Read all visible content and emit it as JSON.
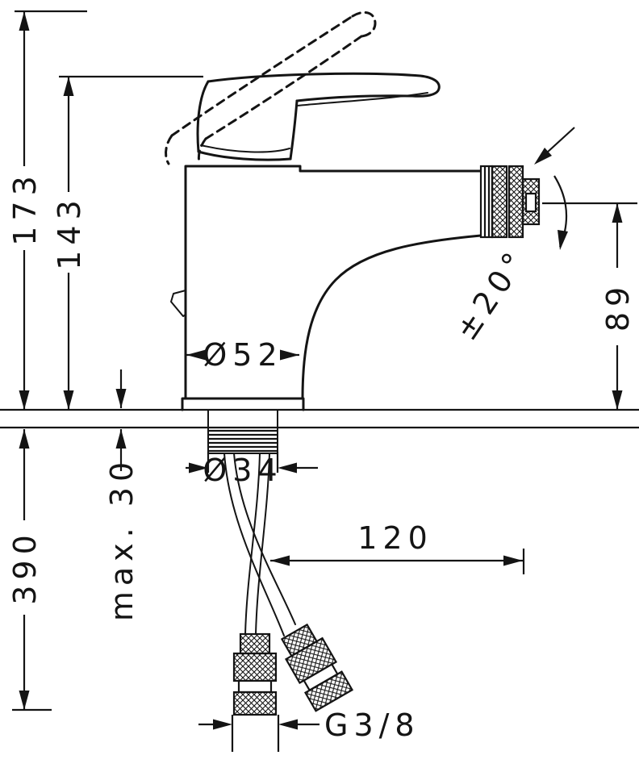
{
  "drawing": {
    "dimensions": {
      "total_height": "173",
      "spout_height": "143",
      "body_diameter": "Ø52",
      "shank_diameter": "Ø34",
      "max_counter_thickness": "max. 30",
      "hose_length": "390",
      "outlet_offset": "120",
      "connection_thread": "G3/8",
      "swivel_angle": "±20°",
      "outlet_height": "89"
    }
  }
}
